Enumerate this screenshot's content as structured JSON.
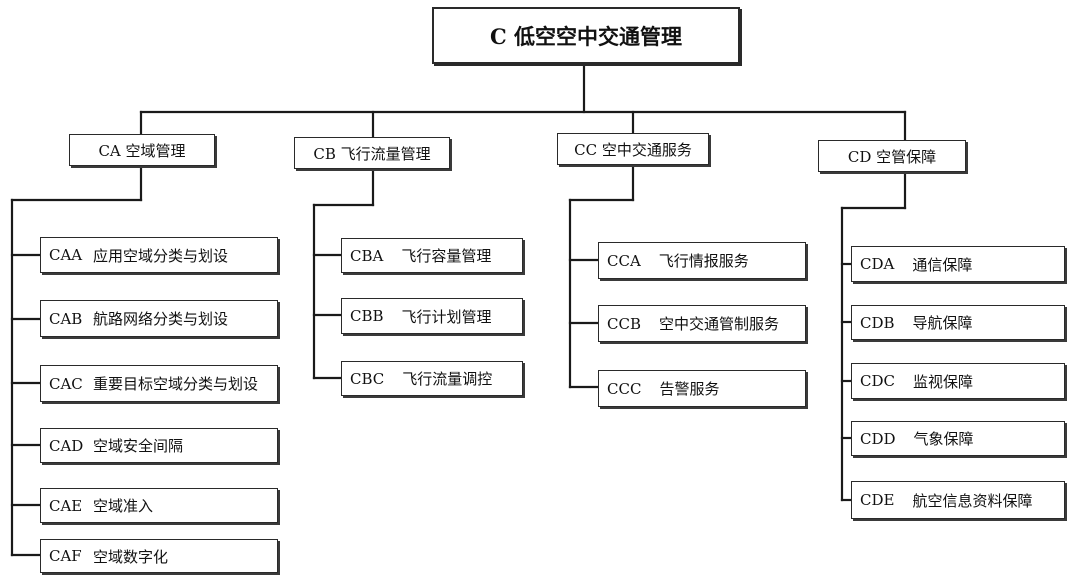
{
  "root": {
    "label": "C 低空空中交通管理"
  },
  "categories": [
    {
      "code": "CA",
      "label": "CA 空域管理",
      "items": [
        {
          "code": "CAA",
          "label": "应用空域分类与划设"
        },
        {
          "code": "CAB",
          "label": "航路网络分类与划设"
        },
        {
          "code": "CAC",
          "label": "重要目标空域分类与划设"
        },
        {
          "code": "CAD",
          "label": "空域安全间隔"
        },
        {
          "code": "CAE",
          "label": "空域准入"
        },
        {
          "code": "CAF",
          "label": "空域数字化"
        }
      ]
    },
    {
      "code": "CB",
      "label": "CB 飞行流量管理",
      "items": [
        {
          "code": "CBA",
          "label": "飞行容量管理"
        },
        {
          "code": "CBB",
          "label": "飞行计划管理"
        },
        {
          "code": "CBC",
          "label": "飞行流量调控"
        }
      ]
    },
    {
      "code": "CC",
      "label": "CC 空中交通服务",
      "items": [
        {
          "code": "CCA",
          "label": "飞行情报服务"
        },
        {
          "code": "CCB",
          "label": "空中交通管制服务"
        },
        {
          "code": "CCC",
          "label": "告警服务"
        }
      ]
    },
    {
      "code": "CD",
      "label": "CD 空管保障",
      "items": [
        {
          "code": "CDA",
          "label": "通信保障"
        },
        {
          "code": "CDB",
          "label": "导航保障"
        },
        {
          "code": "CDC",
          "label": "监视保障"
        },
        {
          "code": "CDD",
          "label": "气象保障"
        },
        {
          "code": "CDE",
          "label": "航空信息资料保障"
        }
      ]
    }
  ]
}
